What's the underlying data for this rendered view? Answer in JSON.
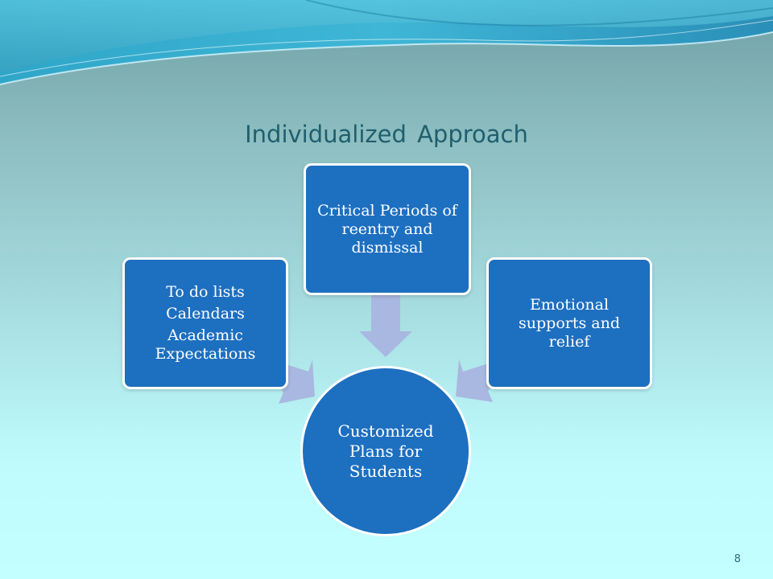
{
  "slide": {
    "title": "Individualized  Approach",
    "page_number": "8"
  },
  "diagram": {
    "center": {
      "label": "Customized Plans for Students"
    },
    "left_box": {
      "lines": [
        "To do lists",
        "Calendars",
        "Academic Expectations"
      ]
    },
    "top_box": {
      "label": "Critical Periods of reentry and dismissal"
    },
    "right_box": {
      "label": "Emotional supports and relief"
    }
  },
  "colors": {
    "box_fill": "#1d6fc0",
    "arrow_fill": "#a9b8e0",
    "title_color": "#1f5f6e",
    "wave_top": "#3aa3c4"
  }
}
